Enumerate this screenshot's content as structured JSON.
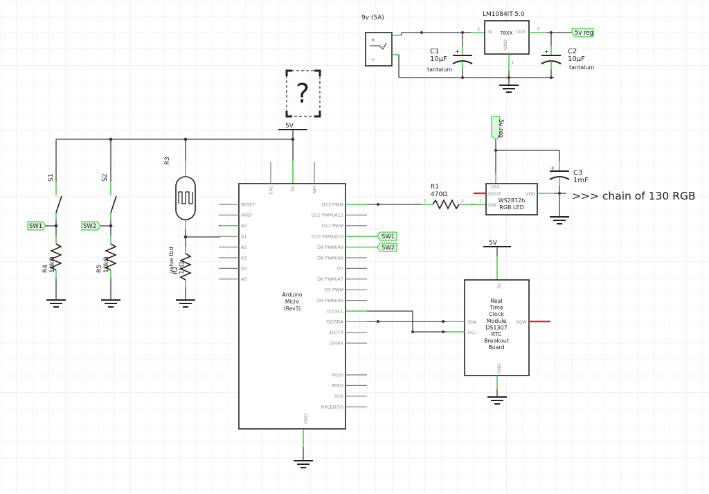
{
  "colors": {
    "background": "#ffffff",
    "grid": "#eaeaea",
    "wire": "#3c3c3c",
    "pin_connected": "#1fc41f",
    "pin_unconnected": "#d62b2b",
    "net_label_fill": "#dff5df"
  },
  "power": {
    "supply_label": "9v (5A)",
    "regulator_part": "LM1084IT-5.0",
    "regulator_body": "78XX",
    "reg_in": "IN",
    "reg_out": "OUT",
    "reg_gnd": "GND",
    "c1_name": "C1",
    "c1_value": "10µF",
    "c1_type": "tantalum",
    "c2_name": "C2",
    "c2_value": "10µF",
    "c2_type": "tantalum",
    "out_net": "5v reg",
    "plus": "+",
    "minus": "−",
    "pin_1": "1",
    "pin_2": "2",
    "pin_3": "3"
  },
  "unknown": {
    "mark": "?"
  },
  "net_5v": "5V",
  "switches": {
    "s1": "S1",
    "s2": "S2",
    "sw1": "SW1",
    "sw2": "SW2",
    "r4_name": "R4",
    "r4_value": "10kΩ",
    "r5_name": "R5",
    "r5_value": "10kΩ"
  },
  "ldr": {
    "r3_name": "R3",
    "r2_name": "R2",
    "r2_value": "1kΩ",
    "r2_note": "value tbd"
  },
  "arduino": {
    "title": "Arduino",
    "subtitle": "Micro",
    "rev": "(Rev3)",
    "top_pins": [
      "3V3",
      "5V",
      "VIN"
    ],
    "left_pins": [
      "RESET",
      "AREF",
      "A0",
      "A1",
      "A2",
      "A3",
      "A4",
      "A5"
    ],
    "right_pins": [
      "D13 PWM",
      "D12 PWM/A11",
      "D11 PWM",
      "D10 PWM/A10",
      "D9 PWM/A9",
      "D8 PWM/A8",
      "D7",
      "D6 PWM/A7",
      "D5 PWM",
      "D4 PWM/A6",
      "D3/SCL",
      "D2/SDA",
      "D1/TX",
      "D0/RX",
      "MOSI",
      "MISO",
      "SCK",
      "RXLED/SS"
    ],
    "gnd": "GND"
  },
  "led": {
    "r1_name": "R1",
    "r1_value": "470Ω",
    "net": "5v reg",
    "vss": "VSS",
    "dout": "DOUT",
    "din": "DIN",
    "vdd": "VDD",
    "part": "WS2812b",
    "desc": "RGB LED",
    "c3_name": "C3",
    "c3_value": "1mF",
    "chain_note": ">>> chain of 130 RGB"
  },
  "rtc": {
    "net": "5V",
    "lines": [
      "Real",
      "Time",
      "Clock",
      "Module",
      "DS1307",
      "RTC",
      "Breakout",
      "Board"
    ],
    "pin_5v": "5V",
    "pin_sda": "SDA",
    "pin_scl": "SCL",
    "pin_sqw": "SQW",
    "pin_gnd": "GND"
  }
}
